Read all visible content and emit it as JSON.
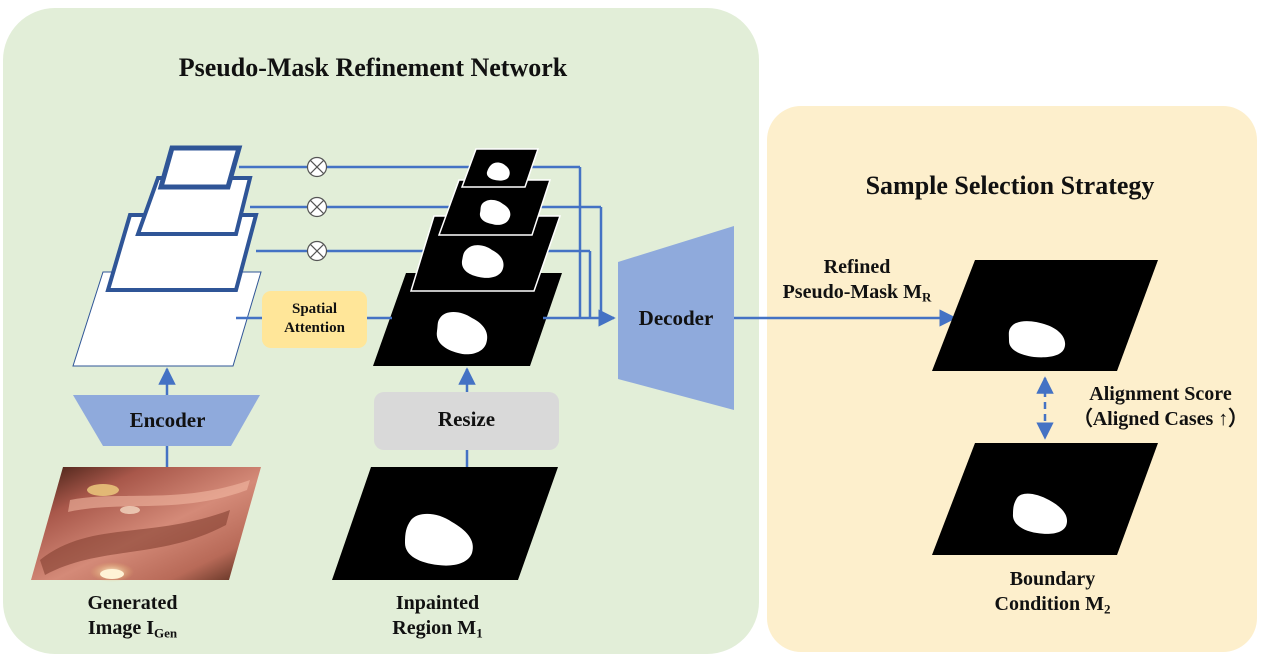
{
  "panels": {
    "left": {
      "title": "Pseudo-Mask Refinement Network",
      "color": "#e2eed8"
    },
    "right": {
      "title": "Sample Selection Strategy",
      "color": "#fdefcc"
    }
  },
  "blocks": {
    "encoder": "Encoder",
    "resize": "Resize",
    "decoder": "Decoder",
    "spatial_attention_line1": "Spatial",
    "spatial_attention_line2": "Attention"
  },
  "captions": {
    "generated_image": {
      "line1": "Generated",
      "line2_prefix": "Image I",
      "line2_sub": "Gen"
    },
    "inpainted_region": {
      "line1": "Inpainted",
      "line2_prefix": "Region M",
      "line2_sub": "1"
    },
    "refined_mask": {
      "line1": "Refined",
      "line2_prefix": "Pseudo-Mask M",
      "line2_sub": "R"
    },
    "boundary_condition": {
      "line1": "Boundary",
      "line2_prefix": "Condition M",
      "line2_sub": "2"
    },
    "alignment": {
      "line1": "Alignment Score",
      "line2": "（Aligned Cases ↑）"
    }
  },
  "colors": {
    "arrow": "#4472c4",
    "feature_border": "#2f5597",
    "encoder_fill": "#8faadc",
    "resize_fill": "#d9d9d9",
    "attention_fill": "#ffe699"
  }
}
